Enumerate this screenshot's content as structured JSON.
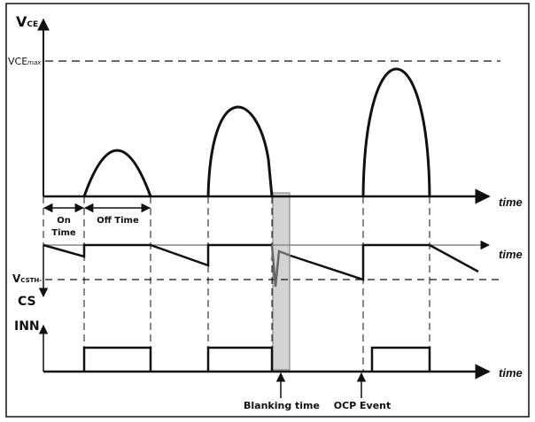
{
  "diagram": {
    "vce_axis": {
      "label_main": "V",
      "label_sub": "CE"
    },
    "vce_max": {
      "label_main": "VCE",
      "label_sub": "max"
    },
    "vcsth": {
      "label_main": "V",
      "label_sub": "CSTH-"
    },
    "cs_label": "CS",
    "inn_label": "INN",
    "time_label": "time",
    "on_time": [
      "On",
      "Time"
    ],
    "off_time": "Off Time",
    "blanking_label": "Blanking time",
    "ocp_label": "OCP Event",
    "colors": {
      "line": "#111111",
      "blanking_fill": "#d3d3d3",
      "baseline_gray": "#888888"
    }
  }
}
